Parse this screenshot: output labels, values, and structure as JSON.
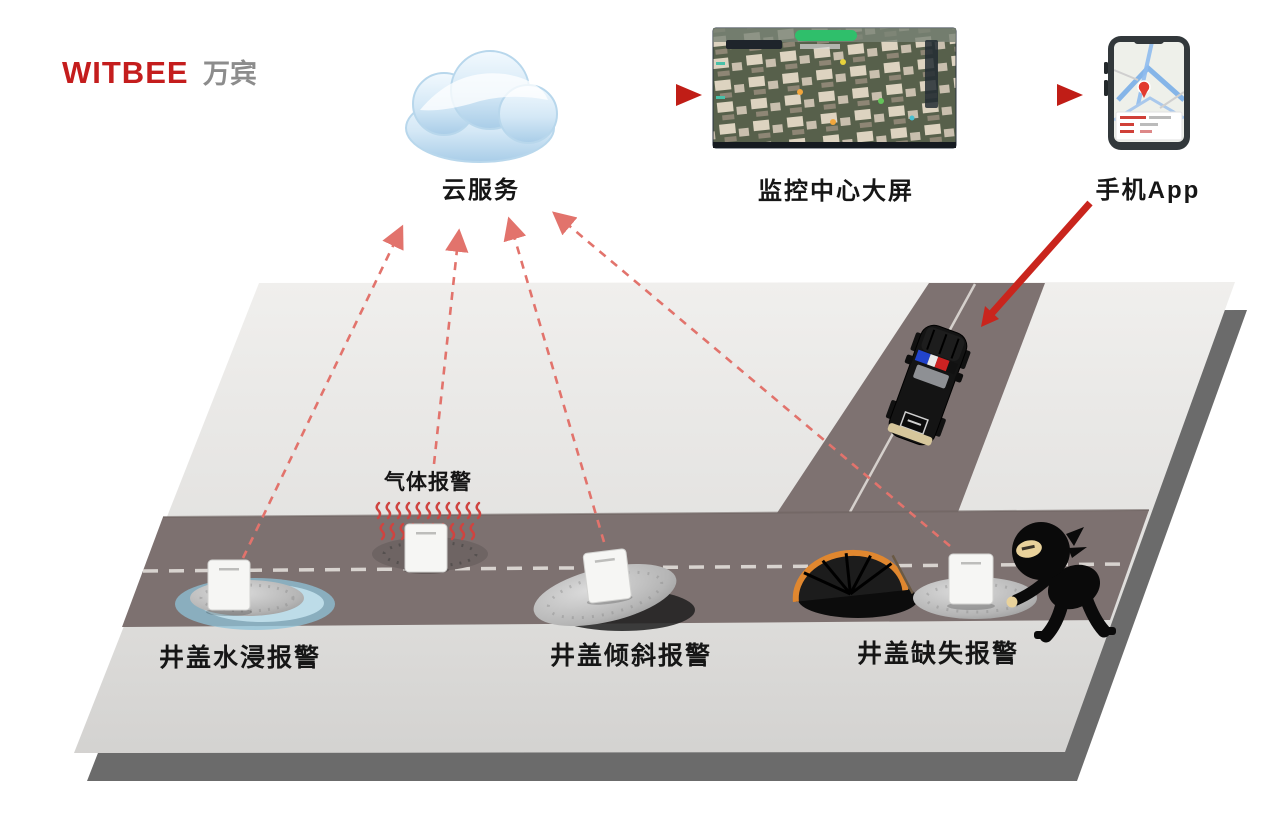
{
  "brand": {
    "wordmark": "WITBEE",
    "cn_name": "万宾"
  },
  "flow_nodes": [
    {
      "id": "cloud",
      "label": "云服务"
    },
    {
      "id": "monitor",
      "label": "监控中心大屏"
    },
    {
      "id": "phone",
      "label": "手机App"
    }
  ],
  "scene_labels": {
    "gas": "气体报警",
    "water": "井盖水浸报警",
    "tilt": "井盖倾斜报警",
    "missing": "井盖缺失报警"
  },
  "colors": {
    "brand_red": "#c41d1d",
    "brand_gray": "#8c8c8c",
    "solid_arrow_red": "#c9251d",
    "dashed_arrow_red": "#e2736c",
    "road_gray": "#7d7170",
    "platform_gray": "#e9e8e6",
    "platform_shadow": "#6b6b6b",
    "cloud_blue": "#aecfe8",
    "water_blue": "#9ec9dc",
    "cover_leaning_orange": "#e0872f",
    "monitor_badge_green": "#2fbf6b",
    "map_pin_red": "#e23b30"
  }
}
